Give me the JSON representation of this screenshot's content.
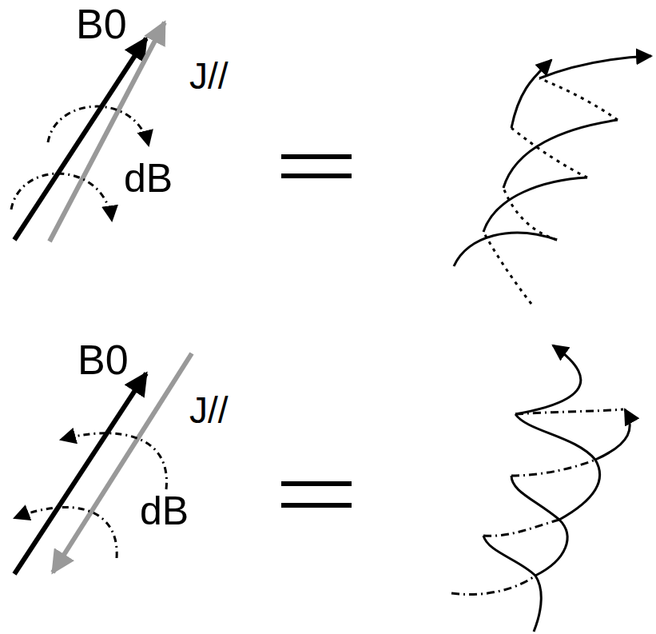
{
  "diagram": {
    "labels": [
      "B0",
      "J//",
      "dB",
      "B0",
      "J//",
      "dB"
    ]
  }
}
